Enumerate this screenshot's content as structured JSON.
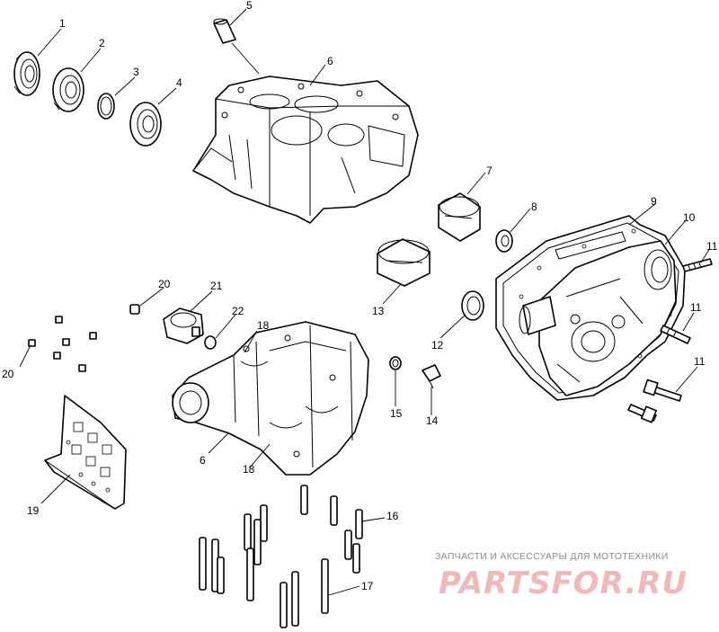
{
  "callouts": {
    "c1": "1",
    "c2": "2",
    "c3": "3",
    "c4": "4",
    "c5": "5",
    "c6a": "6",
    "c6b": "6",
    "c7": "7",
    "c8": "8",
    "c9": "9",
    "c10": "10",
    "c11a": "11",
    "c11b": "11",
    "c11c": "11",
    "c12": "12",
    "c13": "13",
    "c14": "14",
    "c15": "15",
    "c16": "16",
    "c17": "17",
    "c18a": "18",
    "c18b": "18",
    "c19": "19",
    "c20a": "20",
    "c20b": "20",
    "c21": "21",
    "c22": "22"
  },
  "watermark": {
    "tagline": "ЗАПЧАСТИ И АКСЕССУАРЫ ДЛЯ МОТОТЕХНИКИ",
    "logo": "PARTSFOR.RU",
    "logo_color": "#f2b8b8"
  }
}
